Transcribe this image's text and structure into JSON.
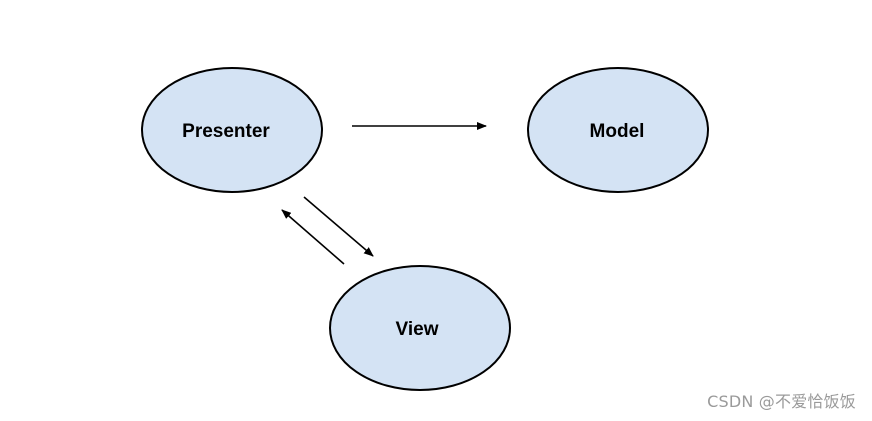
{
  "diagram": {
    "nodes": {
      "presenter": {
        "label": "Presenter"
      },
      "model": {
        "label": "Model"
      },
      "view": {
        "label": "View"
      }
    },
    "edges": [
      {
        "from": "Presenter",
        "to": "Model"
      },
      {
        "from": "Presenter",
        "to": "View"
      },
      {
        "from": "View",
        "to": "Presenter"
      }
    ],
    "colors": {
      "node_fill": "#d4e3f4",
      "node_stroke": "#000000",
      "arrow": "#000000"
    }
  },
  "watermark": {
    "text": "CSDN @不爱恰饭饭"
  }
}
